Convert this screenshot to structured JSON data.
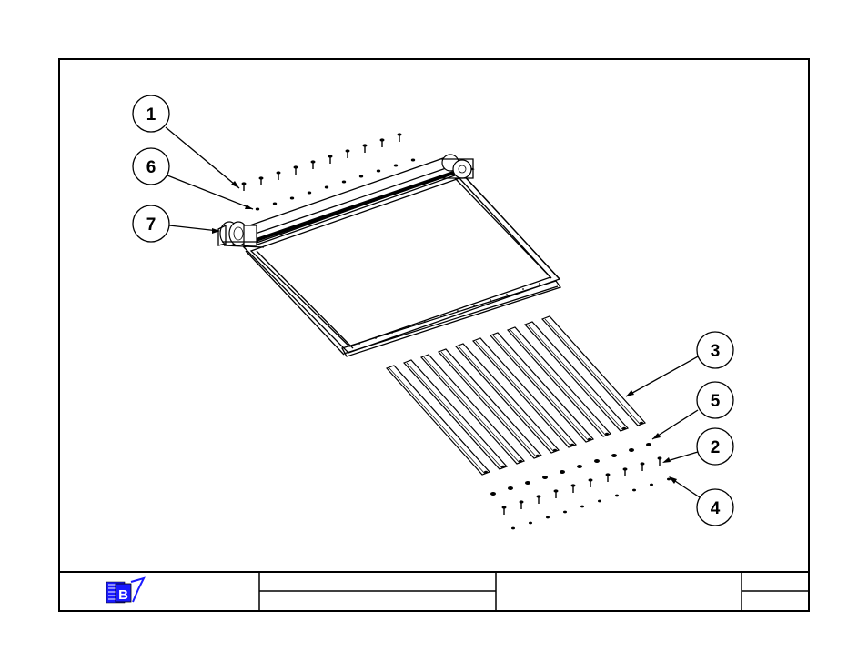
{
  "drawing": {
    "balloons": [
      {
        "id": "balloon-1",
        "label": "1"
      },
      {
        "id": "balloon-6",
        "label": "6"
      },
      {
        "id": "balloon-7",
        "label": "7"
      },
      {
        "id": "balloon-3",
        "label": "3"
      },
      {
        "id": "balloon-5",
        "label": "5"
      },
      {
        "id": "balloon-2",
        "label": "2"
      },
      {
        "id": "balloon-4",
        "label": "4"
      }
    ],
    "title_block": {
      "logo": "company-logo",
      "logo_letter": "B",
      "logo_colors": {
        "primary": "#1a1aff",
        "outline": "#000000"
      },
      "cells": [
        "",
        "",
        "",
        "",
        ""
      ]
    }
  }
}
